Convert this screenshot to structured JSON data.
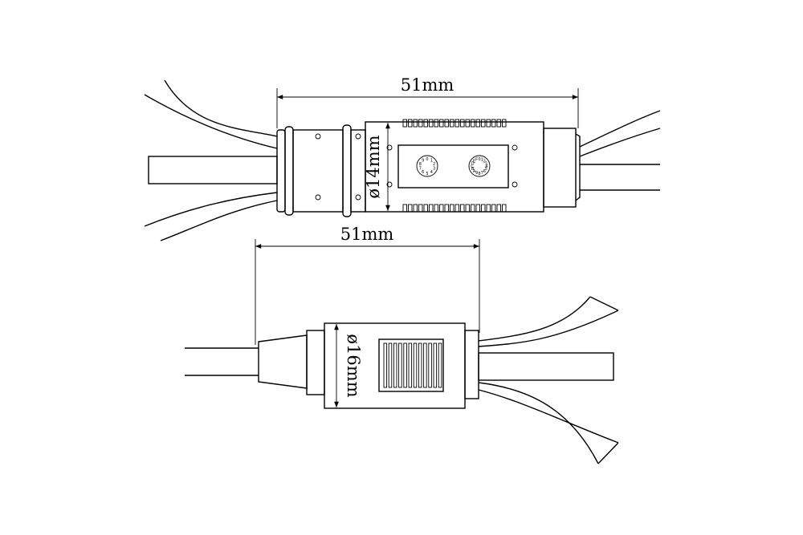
{
  "top_view": {
    "length_label": "51mm",
    "diameter_label": "ø14mm",
    "dial_left_digits": [
      "0",
      "1",
      "2",
      "3",
      "4",
      "5",
      "6",
      "7",
      "8",
      "9"
    ],
    "dial_right_digits": [
      "0",
      "1",
      "2",
      "3",
      "4",
      "5",
      "6",
      "7",
      "8",
      "9",
      "A",
      "B",
      "C",
      "D",
      "E",
      "F"
    ]
  },
  "bottom_view": {
    "length_label": "51mm",
    "diameter_label": "ø16mm"
  }
}
